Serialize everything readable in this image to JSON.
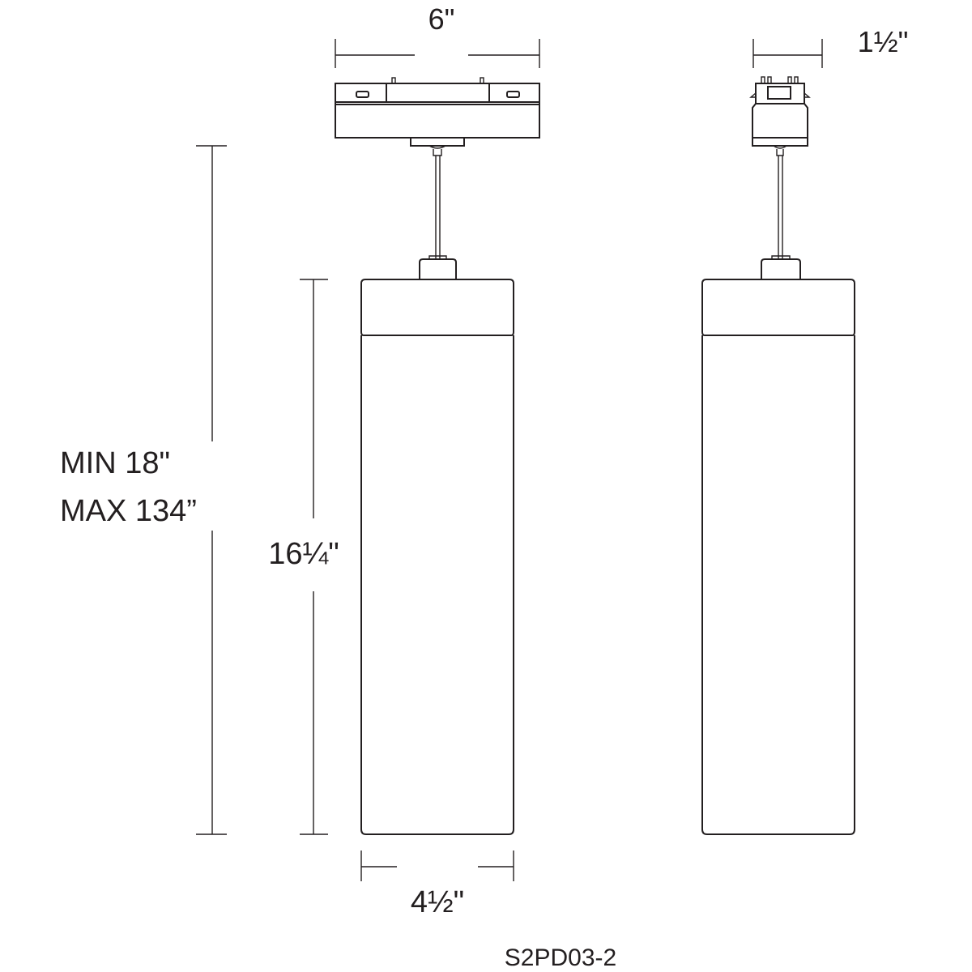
{
  "dimensions": {
    "track_adapter_width": "6\"",
    "track_adapter_depth": "1½\"",
    "overall_min": "MIN 18\"",
    "overall_max": "MAX 134”",
    "shade_height": "16¼\"",
    "shade_width": "4½\""
  },
  "model_number": "S2PD03-2"
}
